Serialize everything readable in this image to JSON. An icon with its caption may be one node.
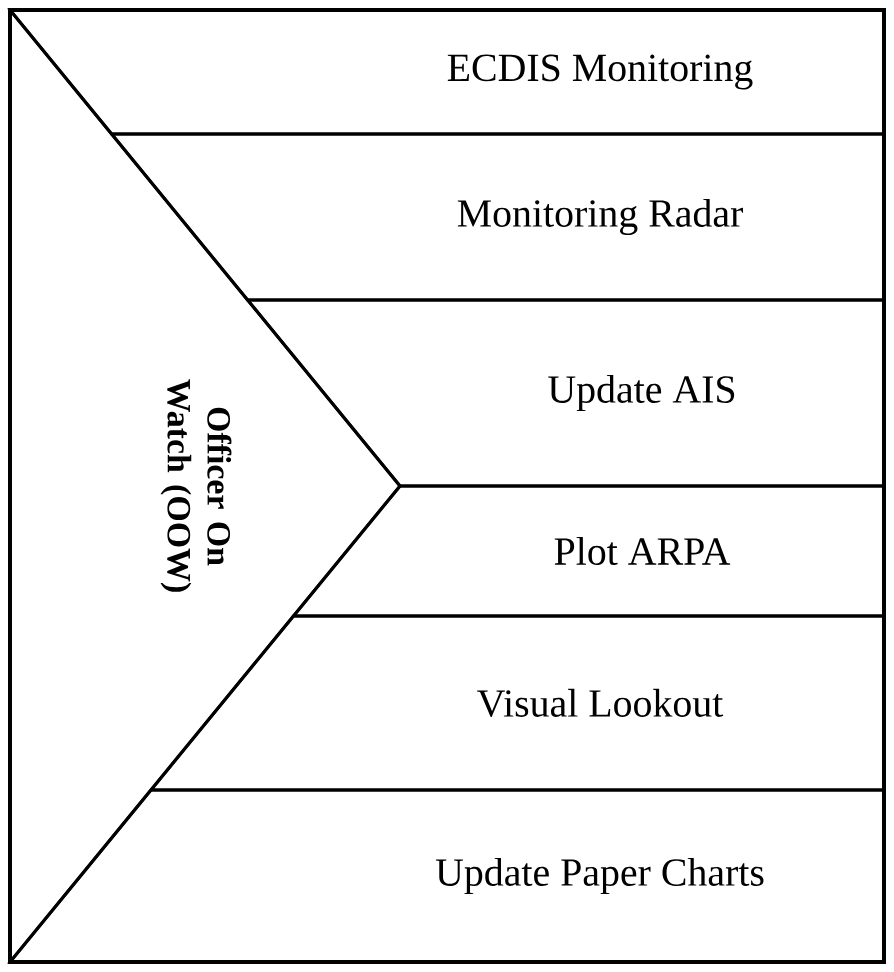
{
  "diagram": {
    "nodes": [
      {
        "text": [
          "Officer On Watch (OOW)"
        ]
      },
      {
        "text": [
          "ECDIS Monitoring"
        ]
      },
      {
        "text": [
          "Monitoring Radar"
        ]
      },
      {
        "text": [
          "Update AIS"
        ]
      },
      {
        "text": [
          "Plot ARPA"
        ]
      },
      {
        "text": [
          "Visual Lookout"
        ]
      },
      {
        "text": [
          "Update Paper Charts"
        ]
      }
    ]
  }
}
